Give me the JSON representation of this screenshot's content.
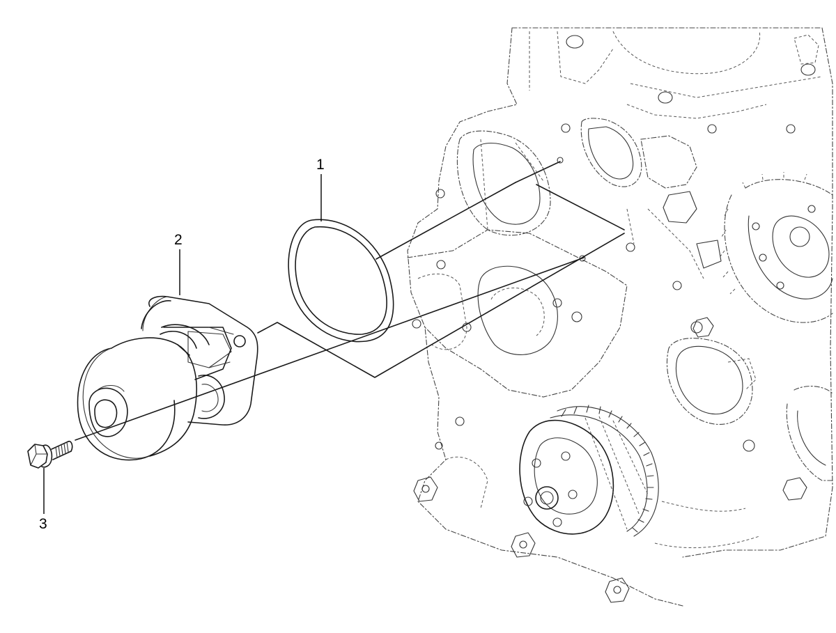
{
  "diagram": {
    "callouts": [
      {
        "id": "1",
        "label": "1",
        "part": "o-ring-seal"
      },
      {
        "id": "2",
        "label": "2",
        "part": "water-pump"
      },
      {
        "id": "3",
        "label": "3",
        "part": "bolt"
      }
    ],
    "colors": {
      "line": "#1a1a1a",
      "background": "#ffffff"
    }
  }
}
